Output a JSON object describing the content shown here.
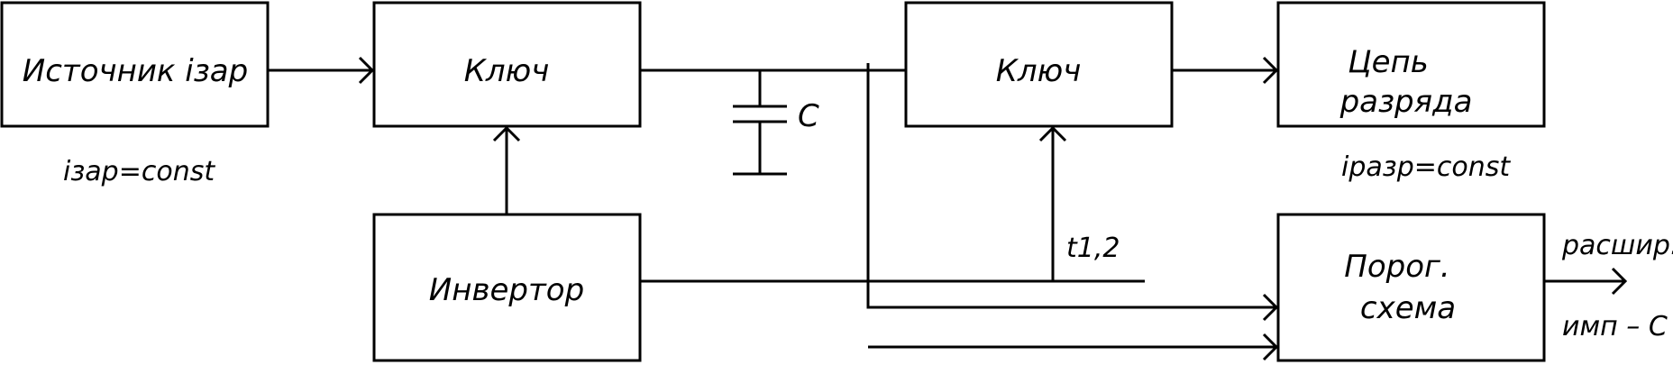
{
  "blocks": {
    "source": "Источник iзар",
    "key1": "Ключ",
    "key2": "Ключ",
    "discharge_line1": "Цепь",
    "discharge_line2": "разряда",
    "inverter": "Инвертор",
    "threshold_line1": "Порог.",
    "threshold_line2": "схема"
  },
  "labels": {
    "charge_current": "iзар=const",
    "capacitor": "C",
    "discharge_current": "iразр=const",
    "time": "t1,2",
    "output_line1": "расшир.",
    "output_line2": "имп – С"
  }
}
